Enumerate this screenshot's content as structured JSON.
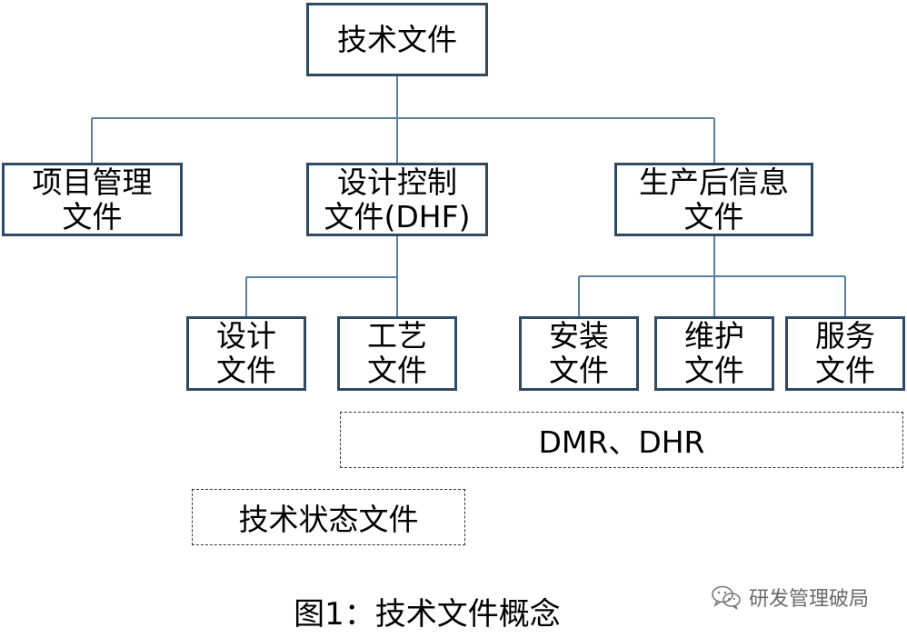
{
  "diagram": {
    "root": {
      "lines": [
        "技术文件"
      ]
    },
    "level1": [
      {
        "lines": [
          "项目管理",
          "文件"
        ]
      },
      {
        "lines": [
          "设计控制",
          "文件(DHF)"
        ]
      },
      {
        "lines": [
          "生产后信息",
          "文件"
        ]
      }
    ],
    "dhf_children": [
      {
        "lines": [
          "设计",
          "文件"
        ]
      },
      {
        "lines": [
          "工艺",
          "文件"
        ]
      }
    ],
    "post_production_children": [
      {
        "lines": [
          "安装",
          "文件"
        ]
      },
      {
        "lines": [
          "维护",
          "文件"
        ]
      },
      {
        "lines": [
          "服务",
          "文件"
        ]
      }
    ],
    "records_group_label": "DMR、DHR",
    "status_group_label": "技术状态文件"
  },
  "caption": "图1：技术文件概念",
  "watermark": "研发管理破局",
  "colors": {
    "box_border": "#2f4a62",
    "connector": "#5a7fa3",
    "dashed_border": "#333333",
    "watermark": "#6a6a6a"
  }
}
